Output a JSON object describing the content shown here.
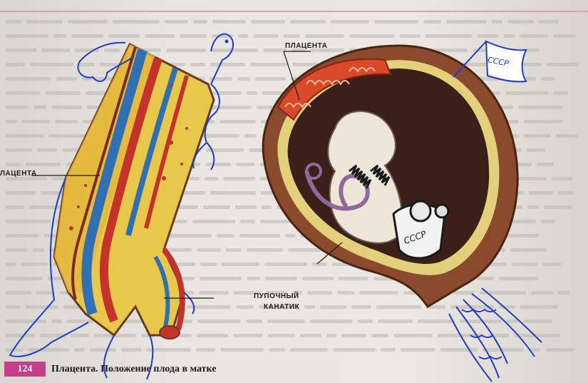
{
  "labels": {
    "placenta_right": "ПЛАЦЕНТА",
    "placenta_left": "ЛАЦЕНТА",
    "cord_line1": "ПУПОЧНЫЙ",
    "cord_line2": "КАНАТИК"
  },
  "footer": {
    "page_number": "124",
    "caption": "Плацента. Положение плода в матке"
  },
  "doodles": {
    "flag_text": "СССР",
    "shield_text": "СССР"
  },
  "colors": {
    "page_number_bg": "#c63c86",
    "ink": "#1f3ad0",
    "uterus": "#8a4a2c",
    "placenta": "#d84a2a"
  }
}
